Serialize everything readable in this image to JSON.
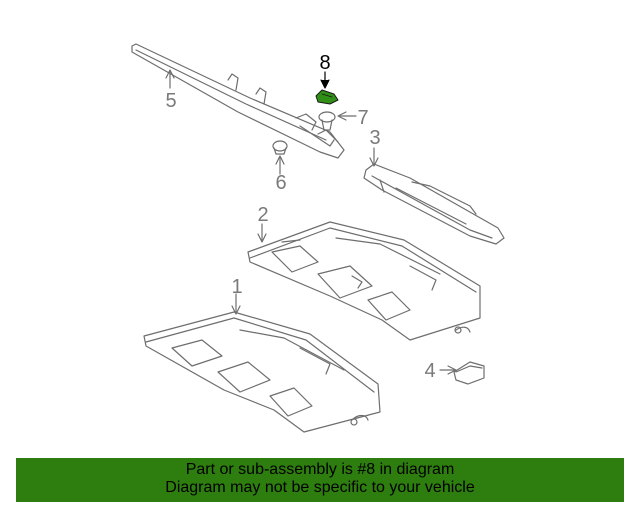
{
  "diagram": {
    "callouts": [
      {
        "id": "1",
        "label": "1"
      },
      {
        "id": "2",
        "label": "2"
      },
      {
        "id": "3",
        "label": "3"
      },
      {
        "id": "4",
        "label": "4"
      },
      {
        "id": "5",
        "label": "5"
      },
      {
        "id": "6",
        "label": "6"
      },
      {
        "id": "7",
        "label": "7"
      },
      {
        "id": "8",
        "label": "8"
      }
    ],
    "highlighted_part": "8",
    "colors": {
      "line": "#6e6e6e",
      "highlight_part": "#2f8f16",
      "banner": "#2e7d0f"
    }
  },
  "banner": {
    "line1": "Part or sub-assembly is #8 in diagram",
    "line2": "Diagram may not be specific to your vehicle"
  }
}
